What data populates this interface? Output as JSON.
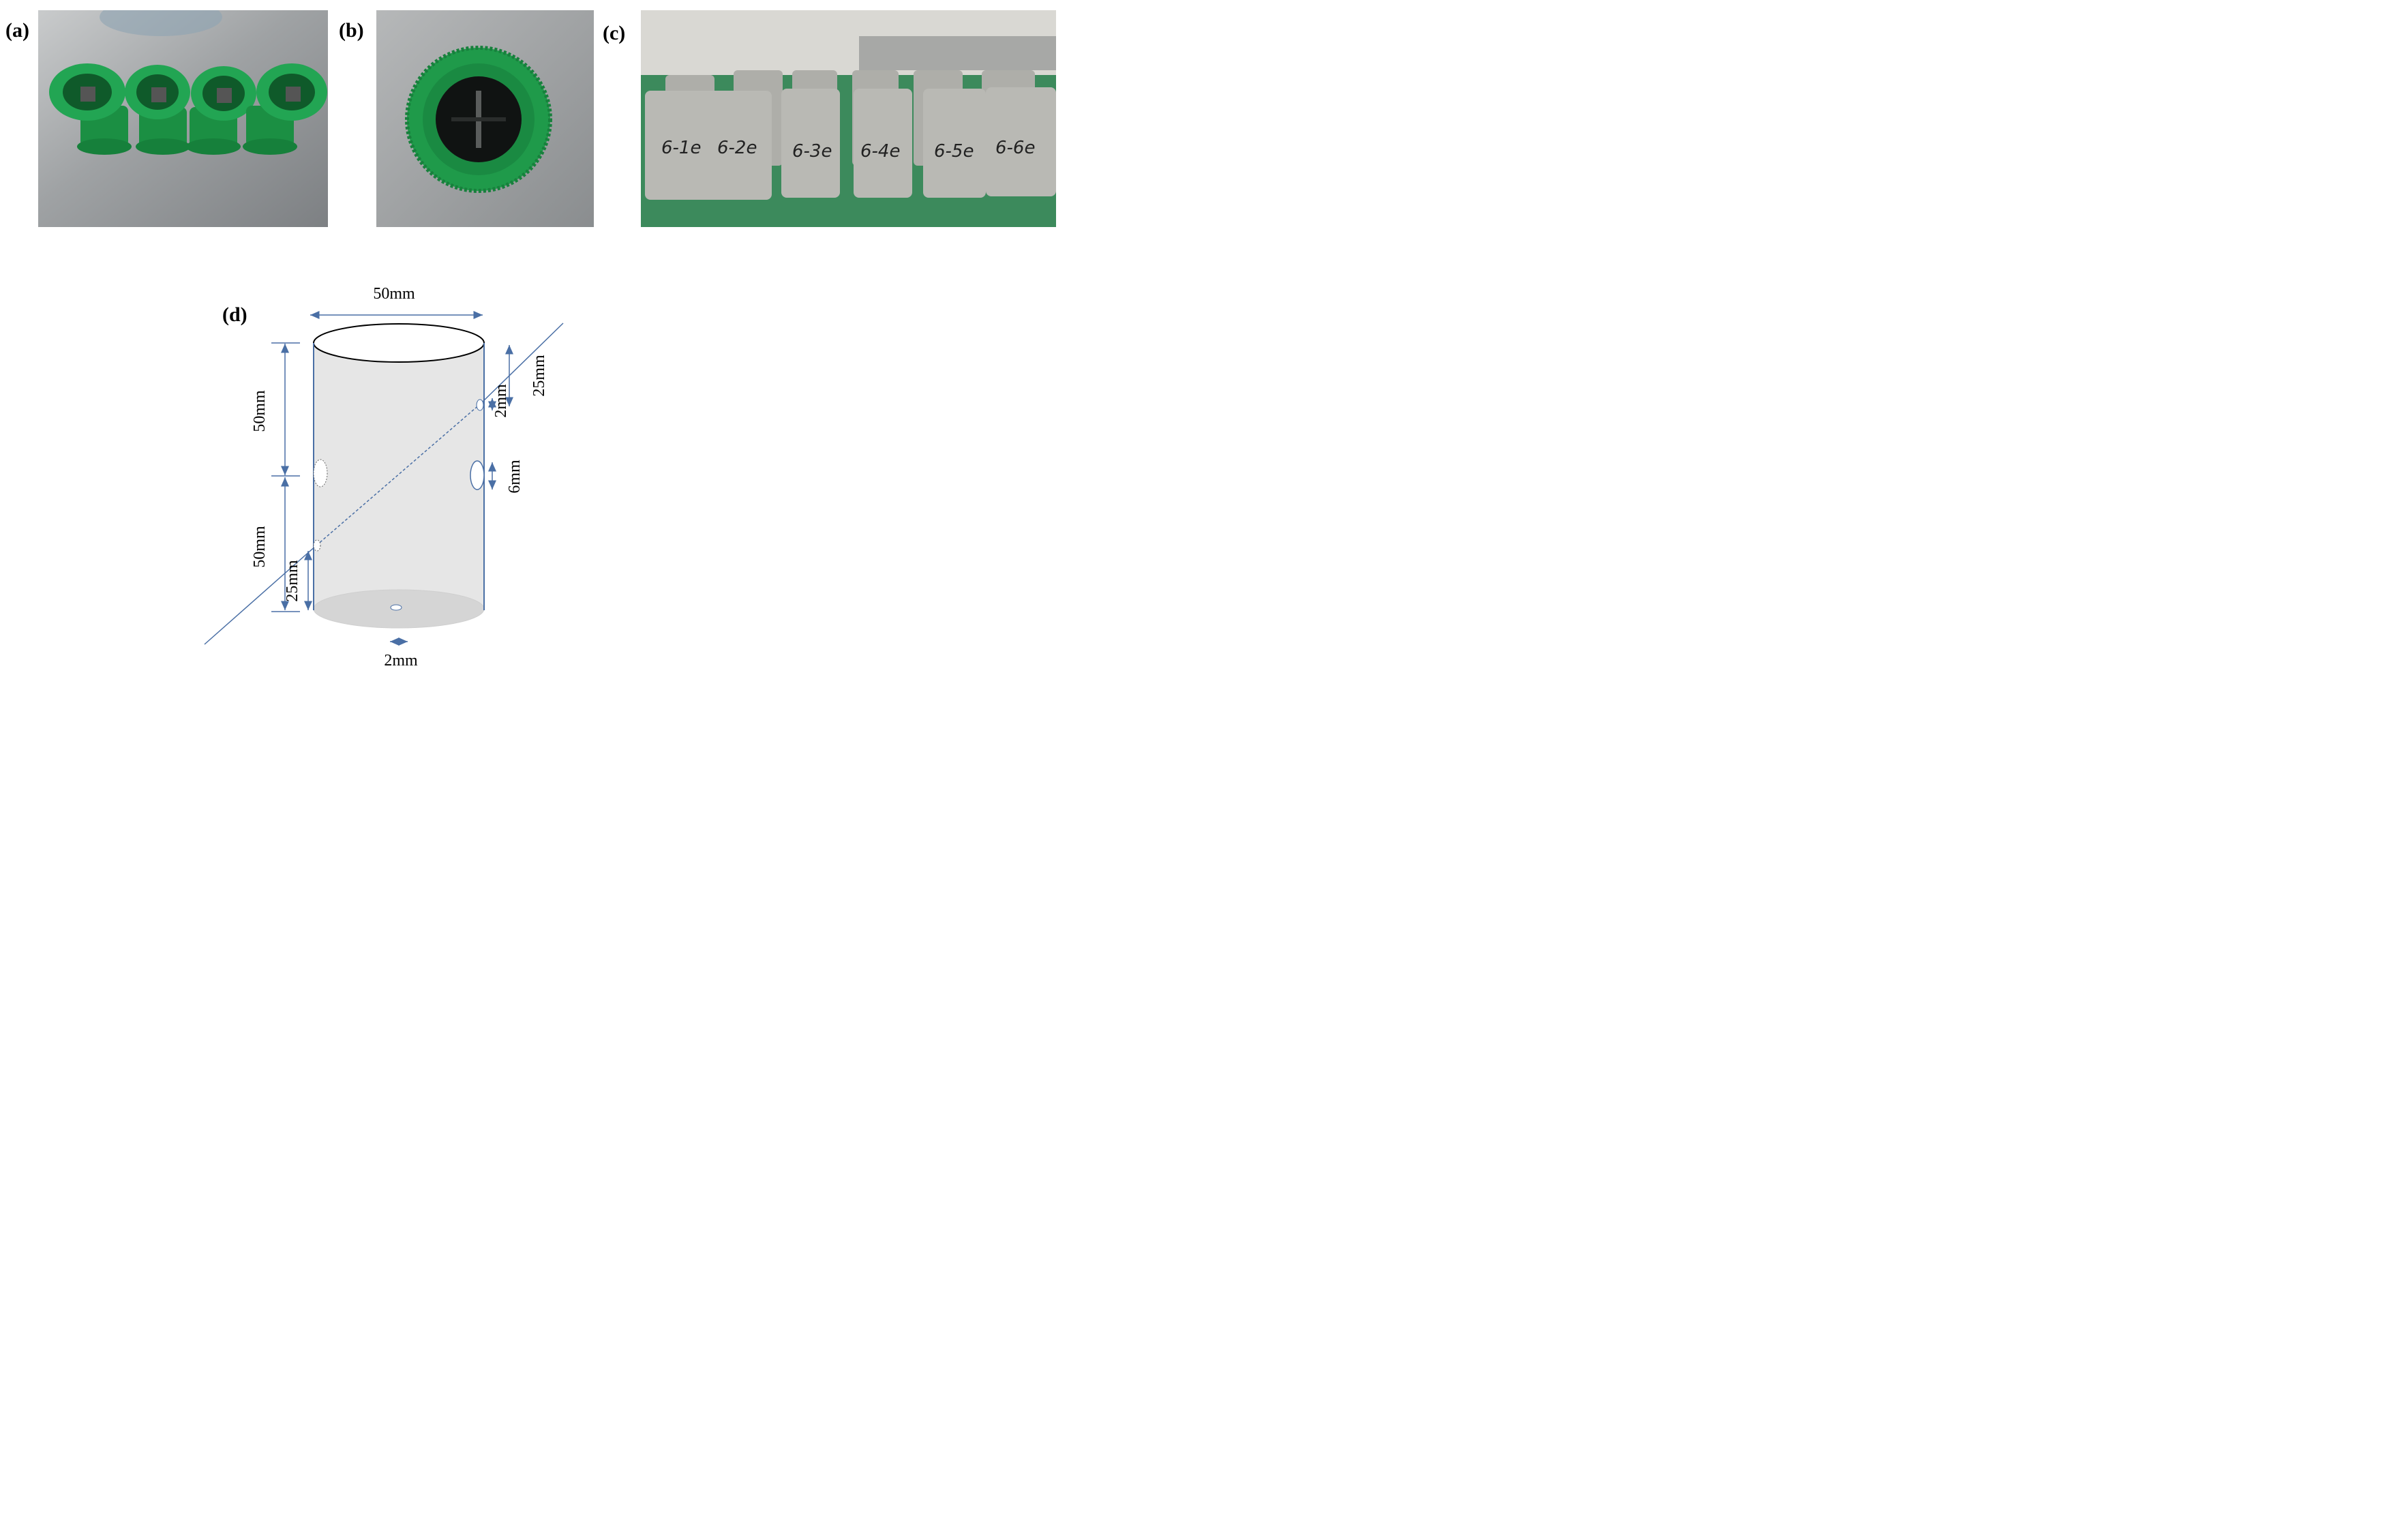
{
  "panels": {
    "a": {
      "label": "(a)"
    },
    "b": {
      "label": "(b)"
    },
    "c": {
      "label": "(c)",
      "specimen_marks": [
        "6-1e",
        "6-2e",
        "6-3e",
        "6-4e",
        "6-5e",
        "6-6e"
      ]
    },
    "d": {
      "label": "(d)"
    }
  },
  "dimensions": {
    "diameter": "50mm",
    "upper_height": "50mm",
    "lower_height": "50mm",
    "entry_height": "25mm",
    "exit_offset": "25mm",
    "hole_small_right": "2mm",
    "hole_large": "6mm",
    "bottom_hole": "2mm"
  },
  "colors": {
    "dimension_line": "#4a6fa5",
    "cylinder_fill": "#e6e6e6",
    "mould_green": "#1f9a4a",
    "mat_green": "#3c8a5c",
    "concrete_grey": "#b9b9b4"
  }
}
